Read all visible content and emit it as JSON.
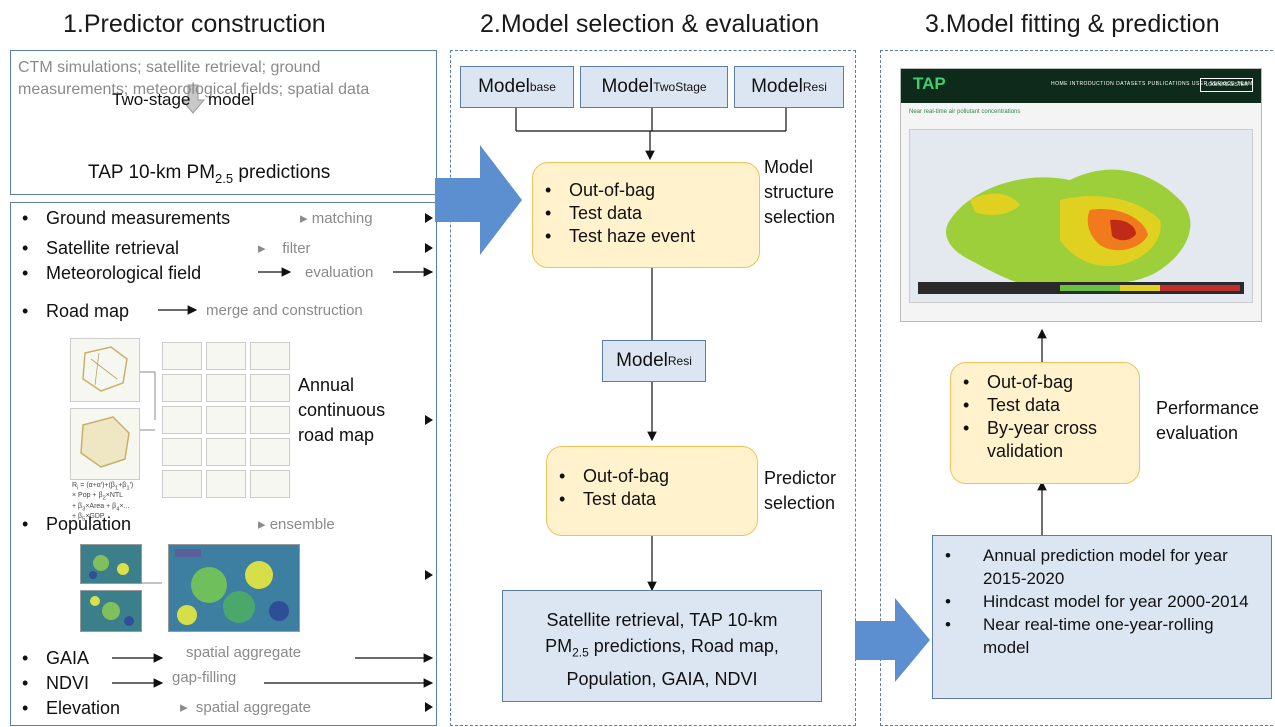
{
  "panel1": {
    "title": "1.Predictor construction",
    "top_box": {
      "sources": "CTM simulations; satellite retrieval; ground measurements; meteorological fields; spatial data",
      "two_stage": "Two-stage",
      "model": "model",
      "output_main": "TAP 10-km PM",
      "output_sub": "2.5",
      "output_tail": " predictions"
    },
    "items": [
      {
        "label": "Ground measurements",
        "action": "matching"
      },
      {
        "label": "Satellite retrieval",
        "action": "filter"
      },
      {
        "label": "Meteorological field",
        "action": "evaluation"
      },
      {
        "label": "Road map",
        "action": "merge and construction"
      }
    ],
    "road_map_label": "Annual continuous road map",
    "population": {
      "label": "Population",
      "action": "ensemble"
    },
    "bottom_items": [
      {
        "label": "GAIA",
        "action": "spatial aggregate"
      },
      {
        "label": "NDVI",
        "action": "gap-filling"
      },
      {
        "label": "Elevation",
        "action": "spatial aggregate"
      }
    ]
  },
  "panel2": {
    "title": "2.Model selection & evaluation",
    "models": [
      {
        "main": "Model",
        "sub": "base"
      },
      {
        "main": "Model",
        "sub": "TwoStage"
      },
      {
        "main": "Model",
        "sub": "Resi"
      }
    ],
    "structure_box": [
      "Out-of-bag",
      "Test data",
      "Test haze event"
    ],
    "structure_label": "Model structure selection",
    "selected_model": {
      "main": "Model",
      "sub": "Resi"
    },
    "predictor_box": [
      "Out-of-bag",
      "Test data"
    ],
    "predictor_label": "Predictor selection",
    "final_box": {
      "line1": "Satellite retrieval, TAP 10-km",
      "line2_main": "PM",
      "line2_sub": "2.5",
      "line2_tail": " predictions, Road map,",
      "line3": "Population, GAIA, NDVI"
    }
  },
  "panel3": {
    "title": "3.Model fitting & prediction",
    "screenshot": {
      "brand": "TAP",
      "nav": [
        "HOME",
        "INTRODUCTION",
        "DATASETS",
        "PUBLICATIONS",
        "USER SERVICE",
        "TEAM"
      ],
      "login": "LOGIN/REGISTER",
      "headline": "Near real-time air pollutant concentrations"
    },
    "eval_box": [
      "Out-of-bag",
      "Test data",
      "By-year cross validation"
    ],
    "eval_label": "Performance evaluation",
    "model_box": [
      "Annual prediction model for year 2015-2020",
      "Hindcast model for year 2000-2014",
      "Near real-time one-year-rolling model"
    ]
  },
  "colors": {
    "arrow_blue": "#5b8fd0",
    "box_blue": "#dce6f2",
    "box_yellow": "#fff2cc",
    "yellow_border": "#f2c15a",
    "border_blue": "#5a7fa6"
  }
}
